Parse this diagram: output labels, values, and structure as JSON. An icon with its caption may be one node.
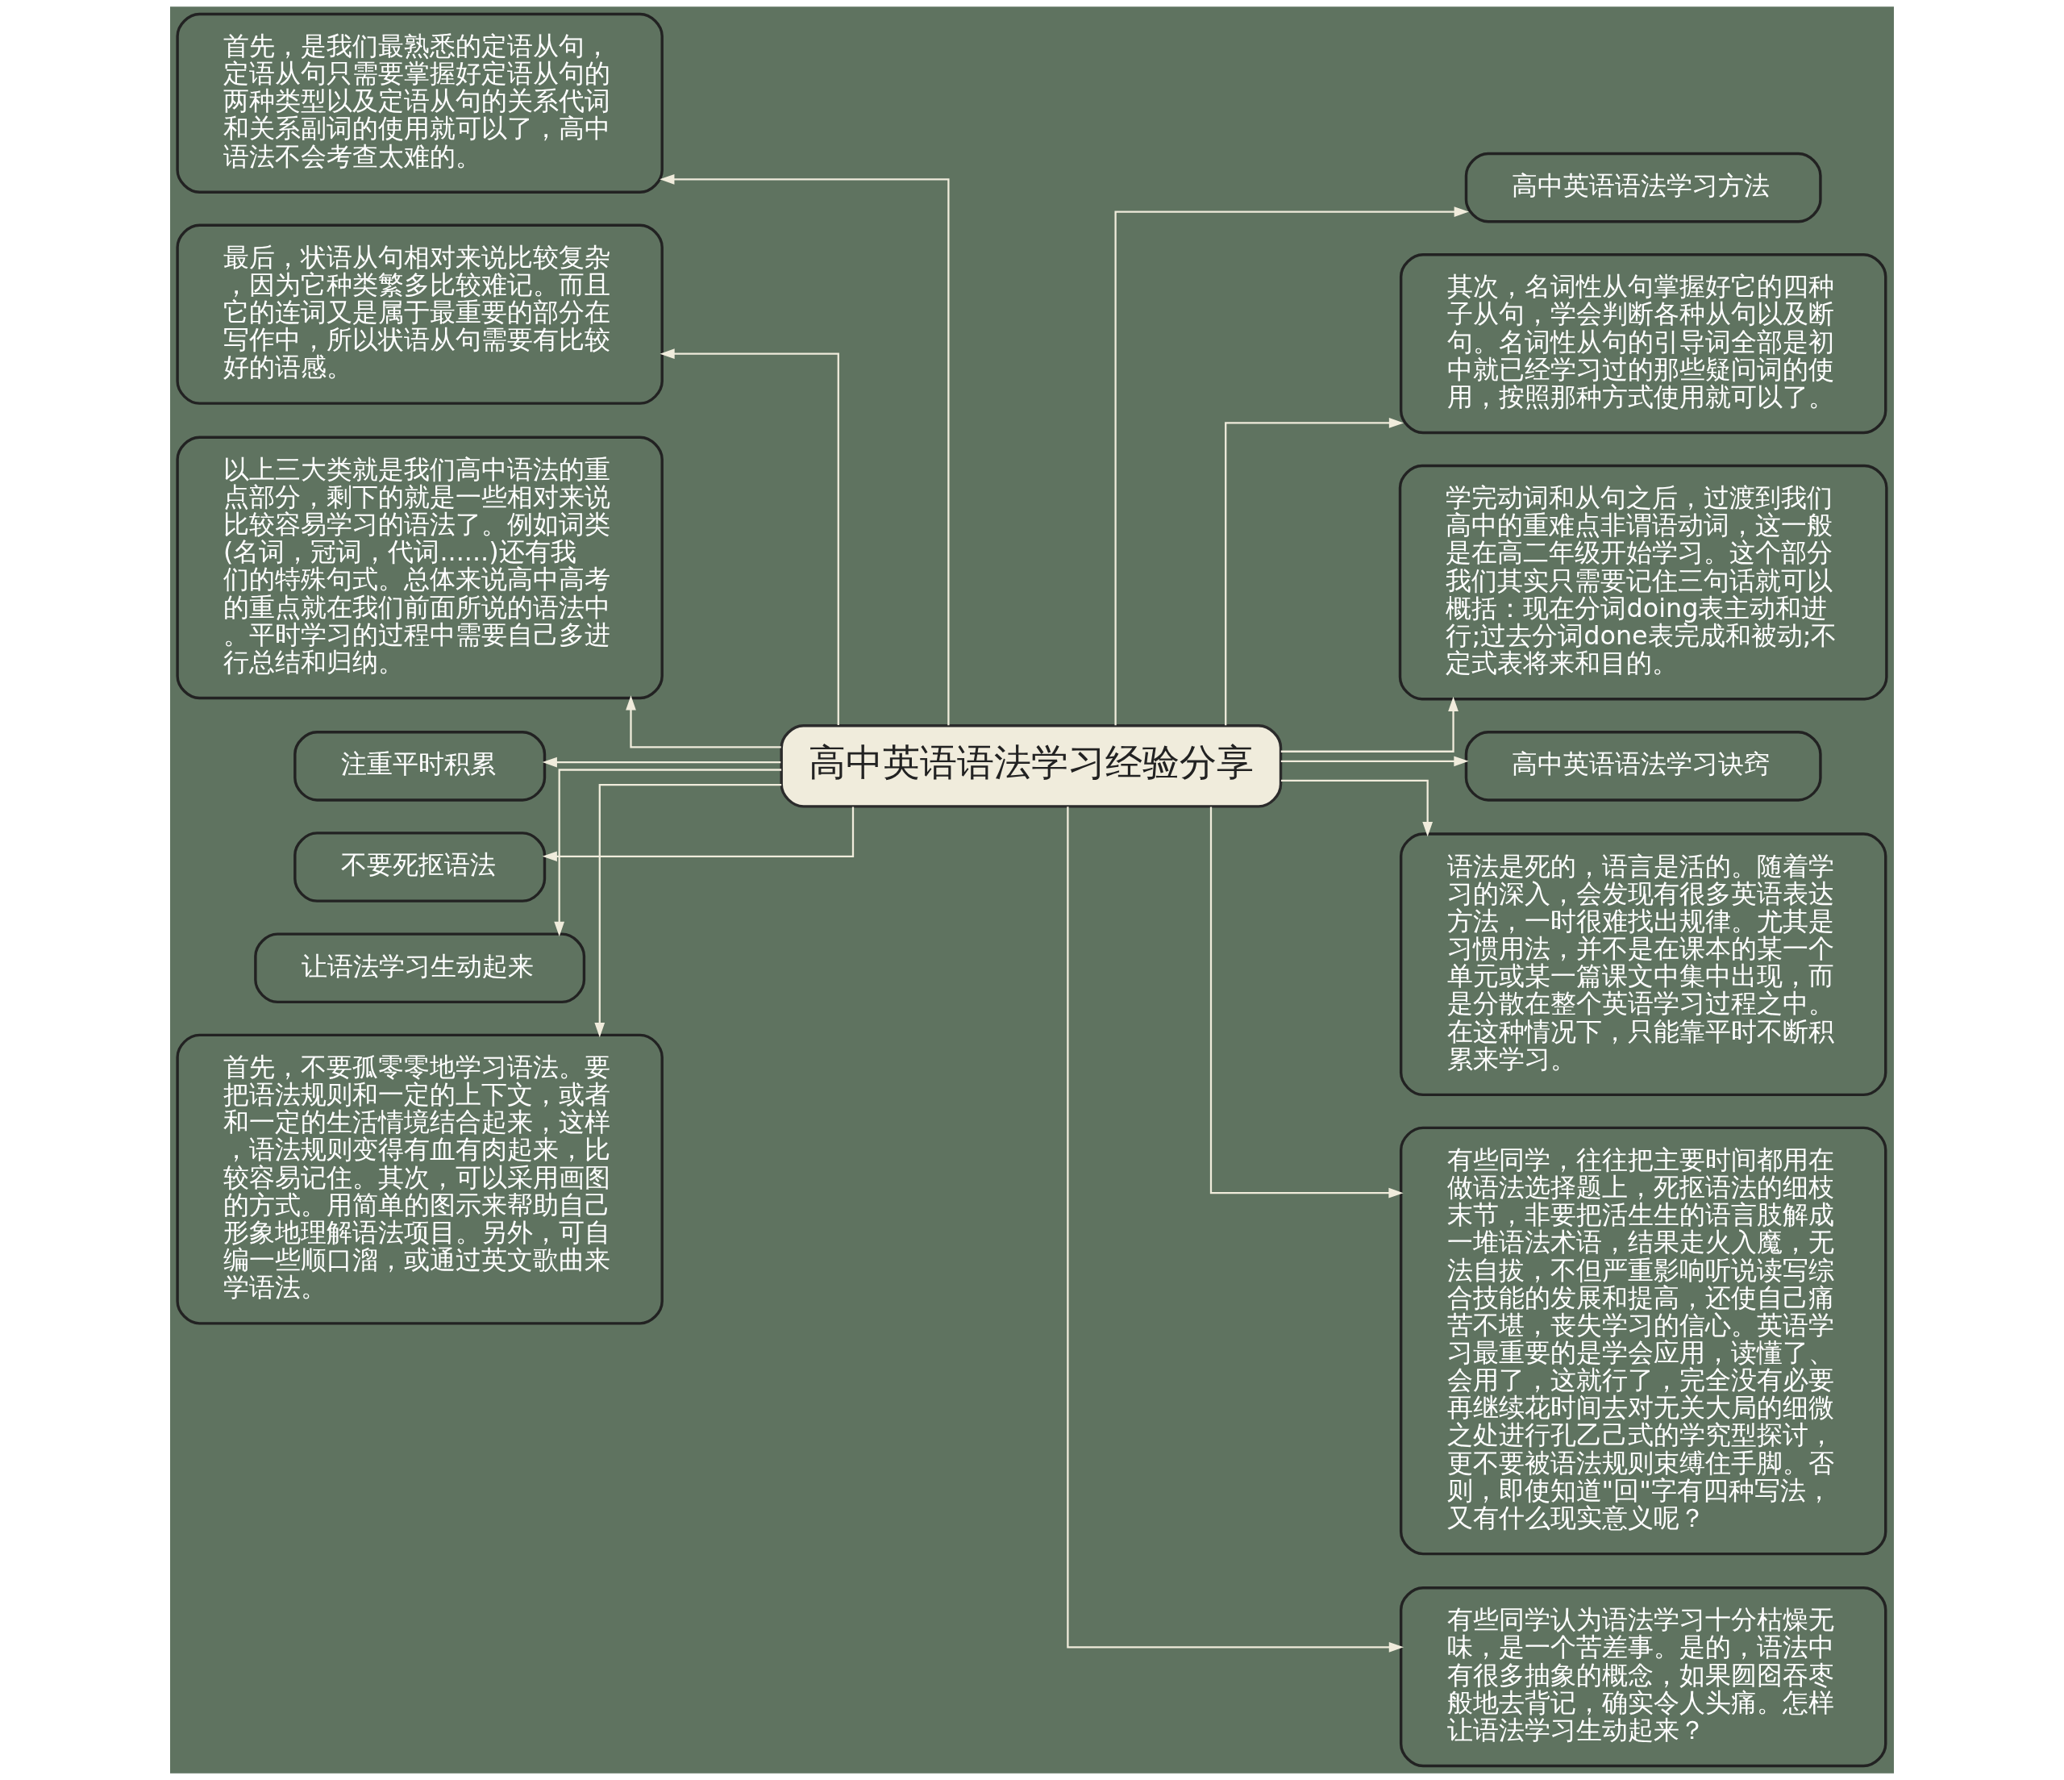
{
  "diagram": {
    "nodes": [
      {
        "text": [
          "高中英语语法学习经验分享"
        ]
      },
      {
        "text": [
          "首先，是我们最熟悉的定语从句，定语从句只需要掌握好定语从句的两种类型以及定语从句的关系代词和关系副词的使用就可以了，高中语法不会考查太难的。"
        ]
      },
      {
        "text": [
          "最后，状语从句相对来说比较复杂，因为它种类繁多比较难记。而且它的连词又是属于最重要的部分在写作中，所以状语从句需要有比较好的语感。"
        ]
      },
      {
        "text": [
          "以上三大类就是我们高中语法的重点部分，剩下的就是一些相对来说比较容易学习的语法了。例如词类(名词，冠词，代词......)还有我们的特殊句式。总体来说高中高考的重点就在我们前面所说的语法中。平时学习的过程中需要自己多进行总结和归纳。"
        ]
      },
      {
        "text": [
          "注重平时积累"
        ]
      },
      {
        "text": [
          "不要死抠语法"
        ]
      },
      {
        "text": [
          "让语法学习生动起来"
        ]
      },
      {
        "text": [
          "首先，不要孤零零地学习语法。要把语法规则和一定的上下文，或者和一定的生活情境结合起来，这样，语法规则变得有血有肉起来，比较容易记住。其次，可以采用画图的方式。用简单的图示来帮助自己形象地理解语法项目。另外，可自编一些顺口溜，或通过英文歌曲来学语法。"
        ]
      },
      {
        "text": [
          "高中英语语法学习方法"
        ]
      },
      {
        "text": [
          "其次，名词性从句掌握好它的四种子从句，学会判断各种从句以及断句。名词性从句的引导词全部是初中就已经学习过的那些疑问词的使用，按照那种方式使用就可以了。"
        ]
      },
      {
        "text": [
          "学完动词和从句之后，过渡到我们高中的重难点非谓语动词，这一般是在高二年级开始学习。这个部分我们其实只需要记住三句话就可以概括：现在分词doing表主动和进行;过去分词done表完成和被动;不定式表将来和目的。"
        ]
      },
      {
        "text": [
          "高中英语语法学习诀窍"
        ]
      },
      {
        "text": [
          "语法是死的，语言是活的。随着学习的深入，会发现有很多英语表达方法，一时很难找出规律。尤其是习惯用法，并不是在课本的某一个单元或某一篇课文中集中出现，而是分散在整个英语学习过程之中。在这种情况下，只能靠平时不断积累来学习。"
        ]
      },
      {
        "text": [
          "有些同学，往往把主要时间都用在做语法选择题上，死抠语法的细枝末节，非要把活生生的语言肢解成一堆语法术语，结果走火入魔，无法自拔，不但严重影响听说读写综合技能的发展和提高，还使自己痛苦不堪，丧失学习的信心。英语学习最重要的是学会应用，读懂了、会用了，这就行了，完全没有必要再继续花时间去对无关大局的细微之处进行孔乙己式的学究型探讨，更不要被语法规则束缚住手脚。否则，即使知道\"回\"字有四种写法，又有什么现实意义呢？"
        ]
      },
      {
        "text": [
          "有些同学认为语法学习十分枯燥无味，是一个苦差事。是的，语法中有很多抽象的概念，如果囫囵吞枣般地去背记，确实令人头痛。怎样让语法学习生动起来？"
        ]
      }
    ],
    "edges": [
      {
        "from": 0,
        "to": 1,
        "arrow": "to"
      },
      {
        "from": 0,
        "to": 2,
        "arrow": "to"
      },
      {
        "from": 0,
        "to": 3,
        "arrow": "to"
      },
      {
        "from": 0,
        "to": 4,
        "arrow": "to"
      },
      {
        "from": 0,
        "to": 5,
        "arrow": "to"
      },
      {
        "from": 0,
        "to": 6,
        "arrow": "to"
      },
      {
        "from": 0,
        "to": 7,
        "arrow": "to"
      },
      {
        "from": 0,
        "to": 8,
        "arrow": "to"
      },
      {
        "from": 0,
        "to": 9,
        "arrow": "to"
      },
      {
        "from": 0,
        "to": 10,
        "arrow": "to"
      },
      {
        "from": 0,
        "to": 11,
        "arrow": "to"
      },
      {
        "from": 0,
        "to": 12,
        "arrow": "to"
      },
      {
        "from": 0,
        "to": 13,
        "arrow": "to"
      },
      {
        "from": 0,
        "to": 14,
        "arrow": "to"
      }
    ]
  }
}
